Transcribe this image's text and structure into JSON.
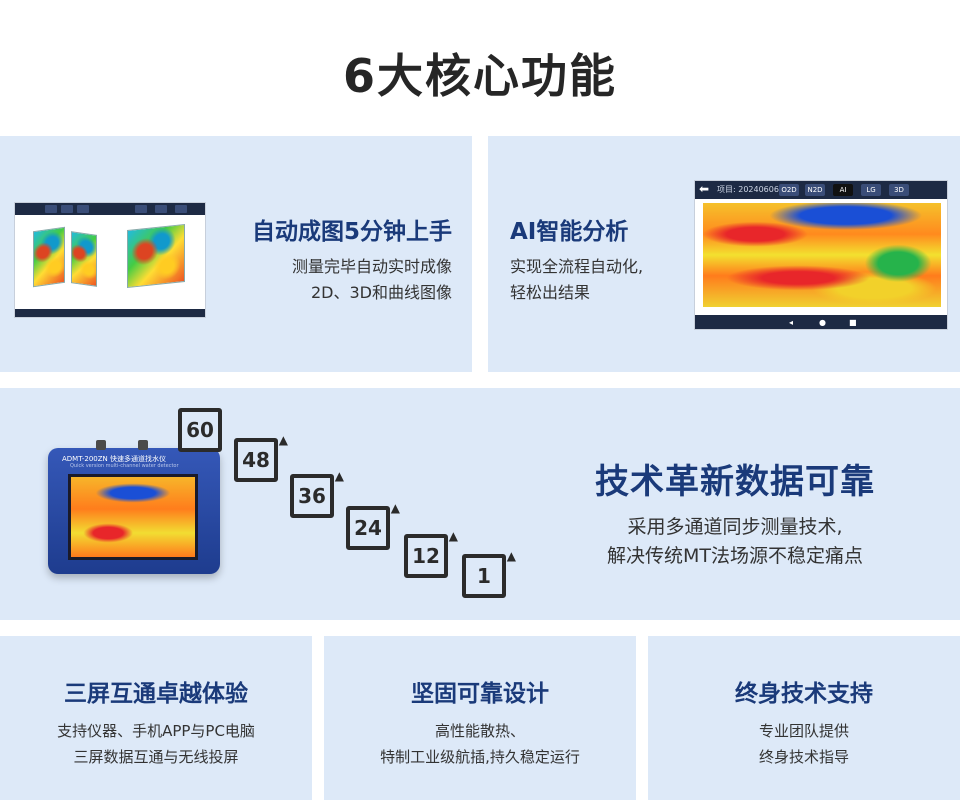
{
  "page_title": "6大核心功能",
  "autoplot": {
    "title": "自动成图5分钟上手",
    "desc_line1": "测量完毕自动实时成像",
    "desc_line2": "2D、3D和曲线图像"
  },
  "ai": {
    "title": "AI智能分析",
    "desc_line1": "实现全流程自动化,",
    "desc_line2": "轻松出结果",
    "screen": {
      "back": "⬅",
      "project": "项目: 20240606",
      "tabs": [
        "O2D",
        "N2D",
        "AI",
        "LG",
        "3D"
      ],
      "nav": [
        "◂",
        "●",
        "■"
      ]
    }
  },
  "multichannel": {
    "title": "技术革新数据可靠",
    "desc_line1": "采用多通道同步测量技术,",
    "desc_line2": "解决传统MT法场源不稳定痛点",
    "device_model": "ADMT-200ZN 快速多通道找水仪",
    "device_subtitle": "Quick version multi-channel water detector",
    "channels": [
      "60",
      "48",
      "36",
      "24",
      "12",
      "1"
    ]
  },
  "screen_sync": {
    "title": "三屏互通卓越体验",
    "desc_line1": "支持仪器、手机APP与PC电脑",
    "desc_line2": "三屏数据互通与无线投屏"
  },
  "rugged": {
    "title": "坚固可靠设计",
    "desc_line1": "高性能散热、",
    "desc_line2": "特制工业级航插,持久稳定运行"
  },
  "support": {
    "title": "终身技术支持",
    "desc_line1": "专业团队提供",
    "desc_line2": "终身技术指导"
  }
}
